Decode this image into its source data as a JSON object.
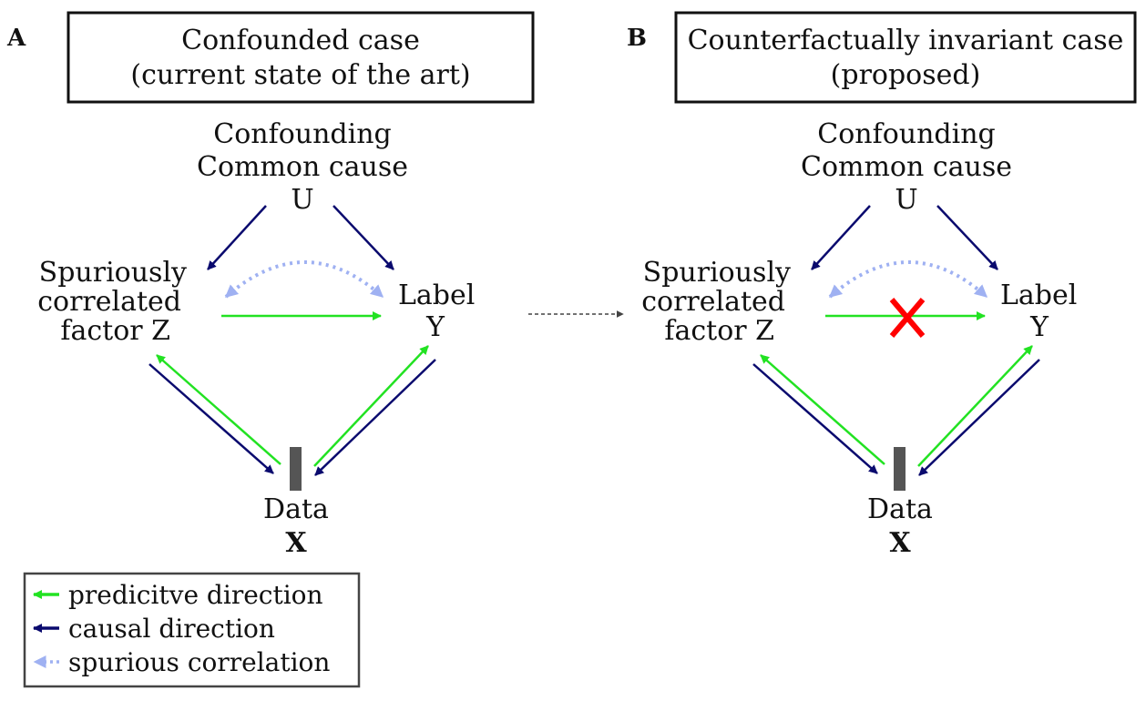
{
  "colors": {
    "predictive": "#22e222",
    "causal": "#0a0a6e",
    "spurious": "#9fb1f2",
    "cross": "#ff0000",
    "data_bar": "#555555",
    "connector": "#444444"
  },
  "panels": [
    {
      "letter": "A",
      "title_line1": "Confounded case",
      "title_line2": "(current state of the art)",
      "u_line1": "Confounding",
      "u_line2": "Common cause",
      "u_symbol": "U",
      "z_line1": "Spuriously",
      "z_line2": "correlated",
      "z_line3": "factor Z",
      "y_line1": "Label",
      "y_symbol": "Y",
      "x_line1": "Data",
      "x_symbol": "X",
      "z_to_y_blocked": false
    },
    {
      "letter": "B",
      "title_line1": "Counterfactually invariant case",
      "title_line2": "(proposed)",
      "u_line1": "Confounding",
      "u_line2": "Common cause",
      "u_symbol": "U",
      "z_line1": "Spuriously",
      "z_line2": "correlated",
      "z_line3": "factor Z",
      "y_line1": "Label",
      "y_symbol": "Y",
      "x_line1": "Data",
      "x_symbol": "X",
      "z_to_y_blocked": true
    }
  ],
  "legend": {
    "predictive_label": "predicitve direction",
    "causal_label": "causal direction",
    "spurious_label": "spurious correlation"
  }
}
